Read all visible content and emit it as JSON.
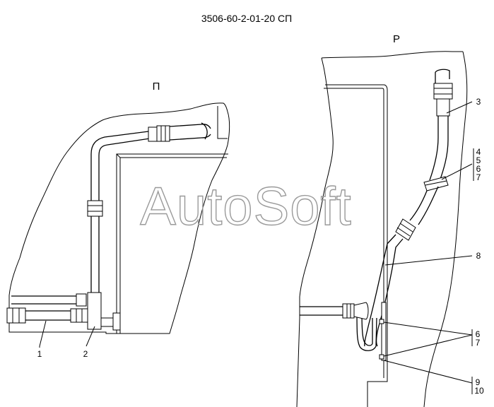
{
  "title": "3506-60-2-01-20 СП",
  "views": {
    "left": "П",
    "right": "Р"
  },
  "watermark": "AutoSoft",
  "callouts": {
    "c1": "1",
    "c2": "2",
    "c3": "3",
    "c4": "4",
    "c5": "5",
    "c6": "6",
    "c7": "7",
    "c8": "8",
    "c6b": "6",
    "c7b": "7",
    "c9": "9",
    "c10": "10"
  }
}
